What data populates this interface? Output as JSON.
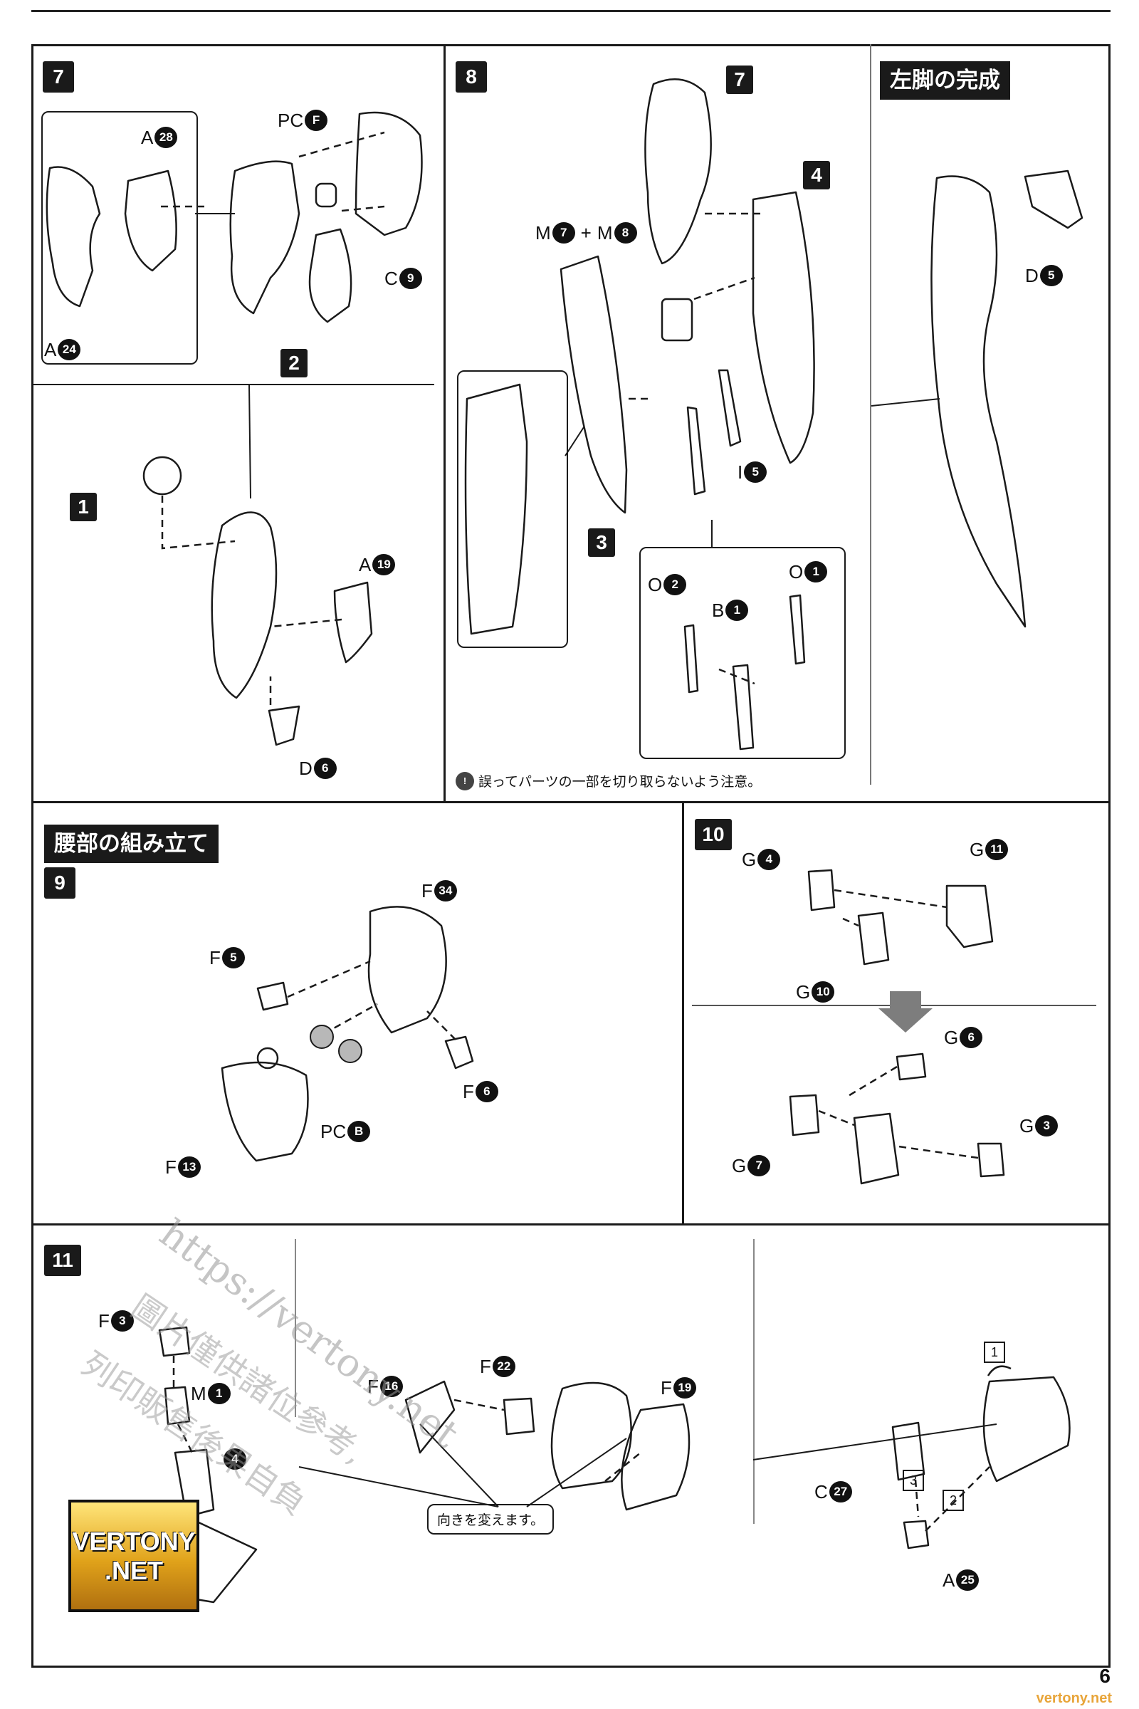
{
  "page": {
    "number": "6",
    "footer_site": "vertony.net"
  },
  "step7": {
    "number": "7",
    "parts": [
      {
        "letter": "A",
        "num": "28"
      },
      {
        "letter": "PC",
        "num": "F"
      },
      {
        "letter": "C",
        "num": "9"
      },
      {
        "letter": "A",
        "num": "24"
      },
      {
        "letter": "A",
        "num": "19"
      },
      {
        "letter": "D",
        "num": "6"
      }
    ],
    "subassemblies": [
      "2",
      "1"
    ]
  },
  "step8": {
    "number": "8",
    "combo_label": {
      "a": "M",
      "a_num": "7",
      "plus": "+",
      "b": "M",
      "b_num": "8"
    },
    "parts": [
      {
        "letter": "I",
        "num": "5"
      },
      {
        "letter": "O",
        "num": "2"
      },
      {
        "letter": "B",
        "num": "1"
      },
      {
        "letter": "O",
        "num": "1"
      }
    ],
    "subassemblies": [
      "7",
      "4",
      "3"
    ],
    "note": "誤ってパーツの一部を切り取らないよう注意。",
    "note_icon": "!"
  },
  "left_leg": {
    "heading": "左脚の完成",
    "parts": [
      {
        "letter": "D",
        "num": "5"
      }
    ]
  },
  "waist": {
    "heading": "腰部の組み立て"
  },
  "step9": {
    "number": "9",
    "parts": [
      {
        "letter": "F",
        "num": "34"
      },
      {
        "letter": "F",
        "num": "5"
      },
      {
        "letter": "F",
        "num": "6"
      },
      {
        "letter": "PC",
        "num": "B"
      },
      {
        "letter": "F",
        "num": "13"
      }
    ]
  },
  "step10": {
    "number": "10",
    "parts": [
      {
        "letter": "G",
        "num": "4"
      },
      {
        "letter": "G",
        "num": "11"
      },
      {
        "letter": "G",
        "num": "10"
      },
      {
        "letter": "G",
        "num": "6"
      },
      {
        "letter": "G",
        "num": "3"
      },
      {
        "letter": "G",
        "num": "7"
      }
    ]
  },
  "step11": {
    "number": "11",
    "parts": [
      {
        "letter": "F",
        "num": "3"
      },
      {
        "letter": "M",
        "num": "1"
      },
      {
        "letter": "",
        "num": "4"
      },
      {
        "letter": "F",
        "num": "16"
      },
      {
        "letter": "F",
        "num": "22"
      },
      {
        "letter": "F",
        "num": "19"
      },
      {
        "letter": "C",
        "num": "27"
      },
      {
        "letter": "A",
        "num": "25"
      }
    ],
    "bubble": "向きを変えます。",
    "order_steps": [
      "1",
      "2",
      "3"
    ]
  },
  "watermark": {
    "url": "https://vertony.net",
    "line1": "圖片僅供諸位參考,",
    "line2": "列印販售後果自負",
    "logo_line1": "VERTONY",
    "logo_line2": ".NET"
  },
  "colors": {
    "ink": "#1a1a1a",
    "paper": "#ffffff",
    "logo_gold": "#e0a21a"
  },
  "icons": [
    "warning-cut-icon",
    "down-arrow-icon",
    "rotate-arrow-icon"
  ]
}
